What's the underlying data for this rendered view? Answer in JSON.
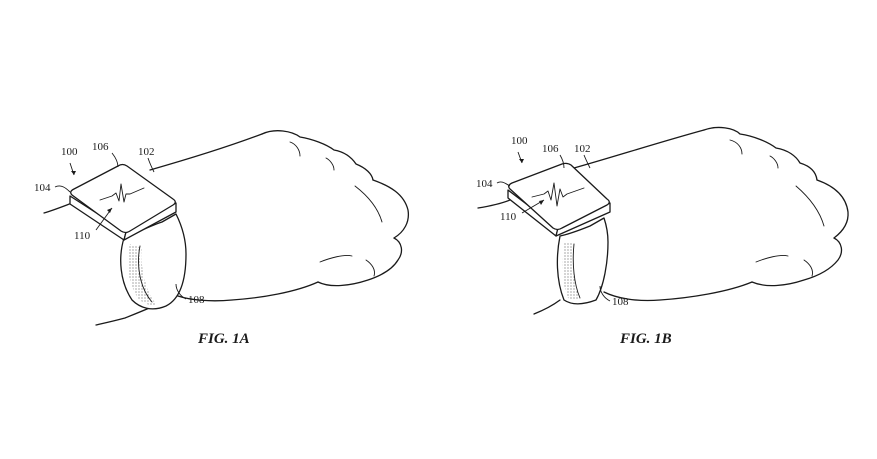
{
  "figures": [
    {
      "caption": "FIG. 1A",
      "refs": {
        "assembly": "100",
        "wrist": "102",
        "housing": "104",
        "display": "106",
        "band": "108",
        "waveform": "110"
      }
    },
    {
      "caption": "FIG. 1B",
      "refs": {
        "assembly": "100",
        "wrist": "102",
        "housing": "104",
        "display": "106",
        "band": "108",
        "waveform": "110"
      }
    }
  ],
  "colors": {
    "ink": "#1a1a1a",
    "paper": "#ffffff"
  }
}
